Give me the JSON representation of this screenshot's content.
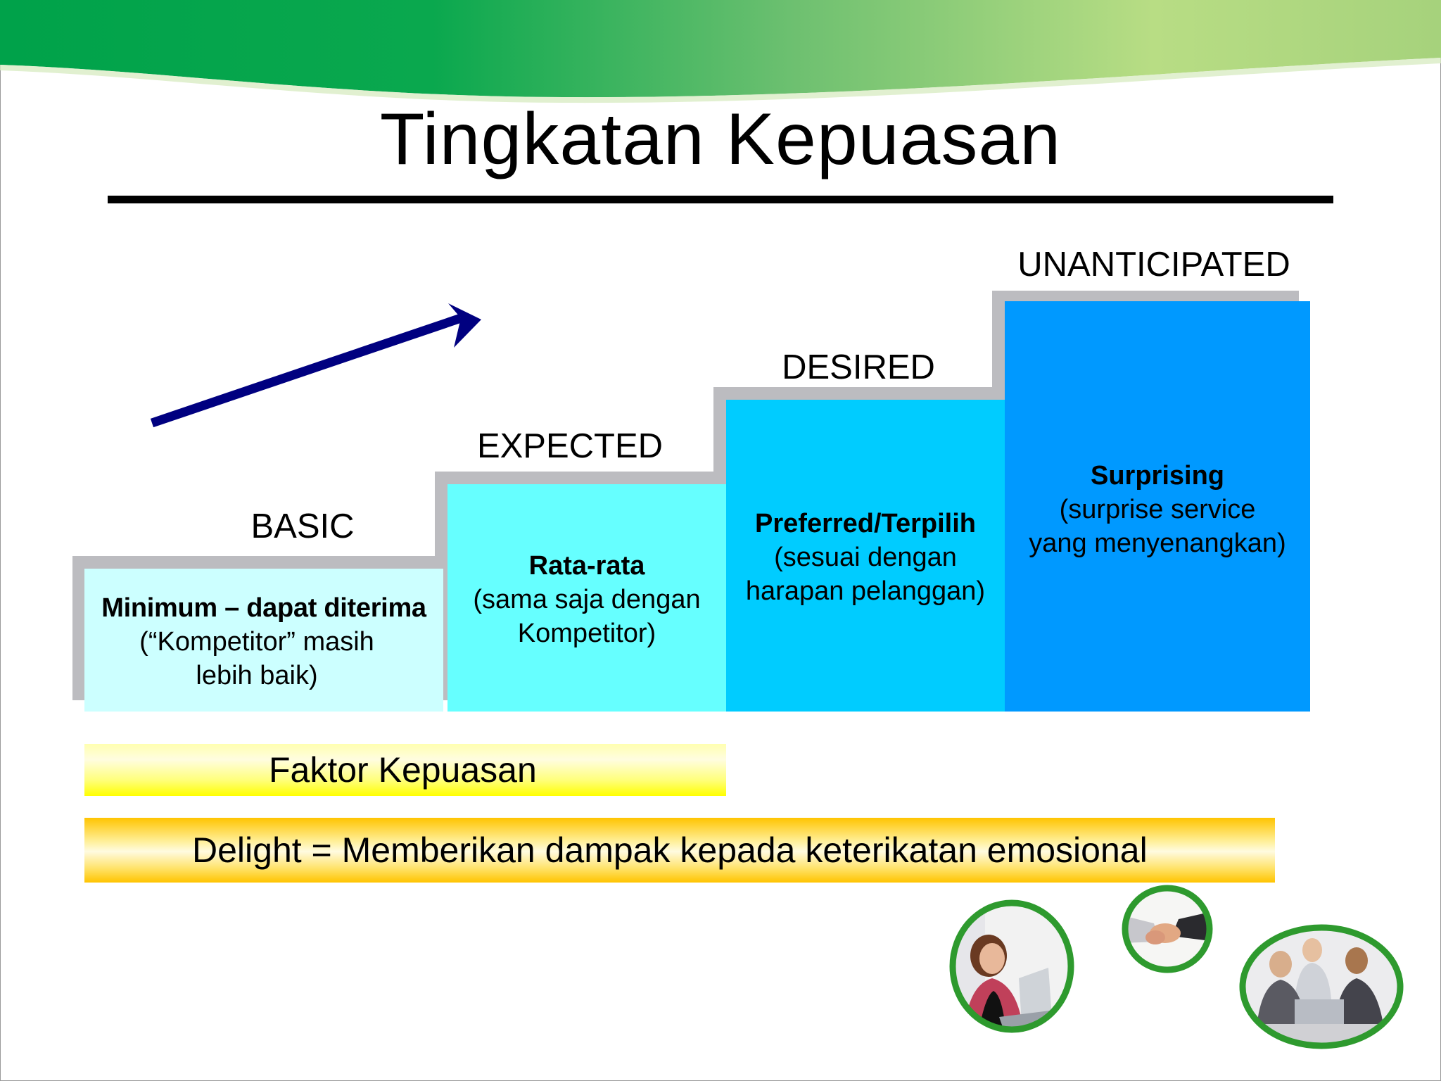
{
  "slide": {
    "title": "Tingkatan Kepuasan",
    "colors": {
      "band_green": "#00a24a",
      "band_light": "#bfe08a",
      "arrow": "#000080",
      "step_shadow": "#bcbcc0",
      "basic_fill": "#ccffff",
      "expected_fill": "#66ffff",
      "desired_fill": "#00ccff",
      "unanticipated_fill": "#0099ff",
      "photo_ring": "#2e9a2e"
    }
  },
  "levels": [
    {
      "label": "BASIC",
      "title": "Minimum – dapat diterima",
      "desc_line1": "(“Kompetitor” masih",
      "desc_line2": "lebih baik)"
    },
    {
      "label": "EXPECTED",
      "title": "Rata-rata",
      "desc_line1": "(sama saja dengan",
      "desc_line2": "Kompetitor)"
    },
    {
      "label": "DESIRED",
      "title": "Preferred/Terpilih",
      "desc_line1": "(sesuai dengan",
      "desc_line2": "harapan pelanggan)"
    },
    {
      "label": "UNANTICIPATED",
      "title": "Surprising",
      "desc_line1": "(surprise service",
      "desc_line2": "yang menyenangkan)"
    }
  ],
  "bars": {
    "faktor": "Faktor Kepuasan",
    "delight": "Delight = Memberikan dampak kepada keterikatan emosional"
  },
  "icons": [
    "trend-arrow-icon",
    "woman-laptop-photo",
    "handshake-photo",
    "business-meeting-photo"
  ]
}
